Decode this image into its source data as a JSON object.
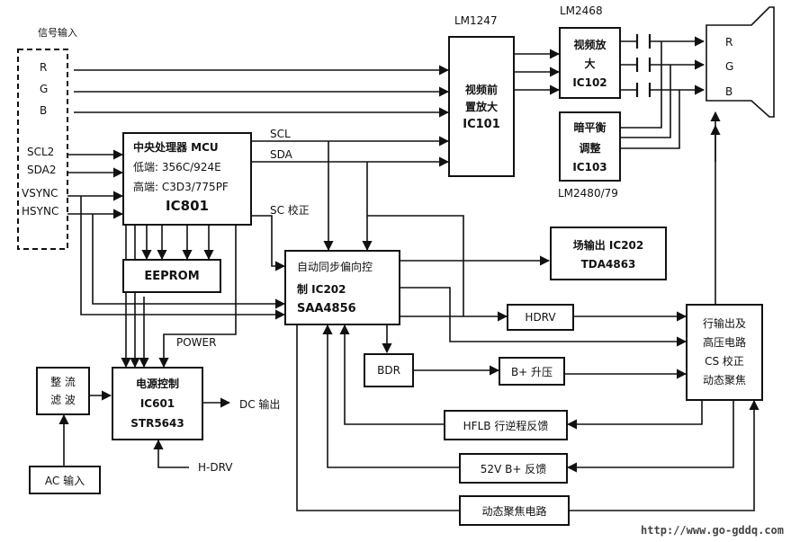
{
  "signal_input": {
    "label": "信号输入",
    "r": "R",
    "g": "G",
    "b": "B",
    "scl2": "SCL2",
    "sda2": "SDA2",
    "vsync": "VSYNC",
    "hsync": "HSYNC"
  },
  "mcu": {
    "line1": "中央处理器 MCU",
    "line2": "低端: 356C/924E",
    "line3": "高端: C3D3/775PF",
    "ic": "IC801"
  },
  "eeprom": "EEPROM",
  "lm1247": {
    "chip": "LM1247",
    "line1": "视频前",
    "line2": "置放大",
    "ic": "IC101"
  },
  "lm2468": {
    "chip": "LM2468",
    "line1": "视频放",
    "line2": "大",
    "ic": "IC102"
  },
  "ic103": {
    "line1": "暗平衡",
    "line2": "调整",
    "ic": "IC103",
    "chip": "LM2480/79"
  },
  "crt": {
    "r": "R",
    "g": "G",
    "b": "B"
  },
  "bus": {
    "scl": "SCL",
    "sda": "SDA",
    "sc": "SC 校正"
  },
  "saa": {
    "line1": "自动同步偏向控",
    "line2": "制 IC202",
    "ic": "SAA4856"
  },
  "tda": {
    "line1": "场输出 IC202",
    "line2": "TDA4863"
  },
  "hdrv": "HDRV",
  "hv": {
    "line1": "行输出及",
    "line2": "高压电路",
    "line3": "CS 校正",
    "line4": "动态聚焦"
  },
  "bdr": "BDR",
  "boost": "B+ 升压",
  "rect": {
    "line1": "整 流",
    "line2": "滤 波"
  },
  "power": {
    "label": "POWER",
    "line1": "电源控制",
    "line2": "IC601",
    "line3": "STR5643",
    "dc": "DC 输出",
    "hdrv_in": "H-DRV"
  },
  "ac": "AC 输入",
  "hflb": "HFLB 行逆程反馈",
  "b52": "52V   B+ 反馈",
  "focus": "动态聚焦电路",
  "url": "http://www.go-gddq.com"
}
